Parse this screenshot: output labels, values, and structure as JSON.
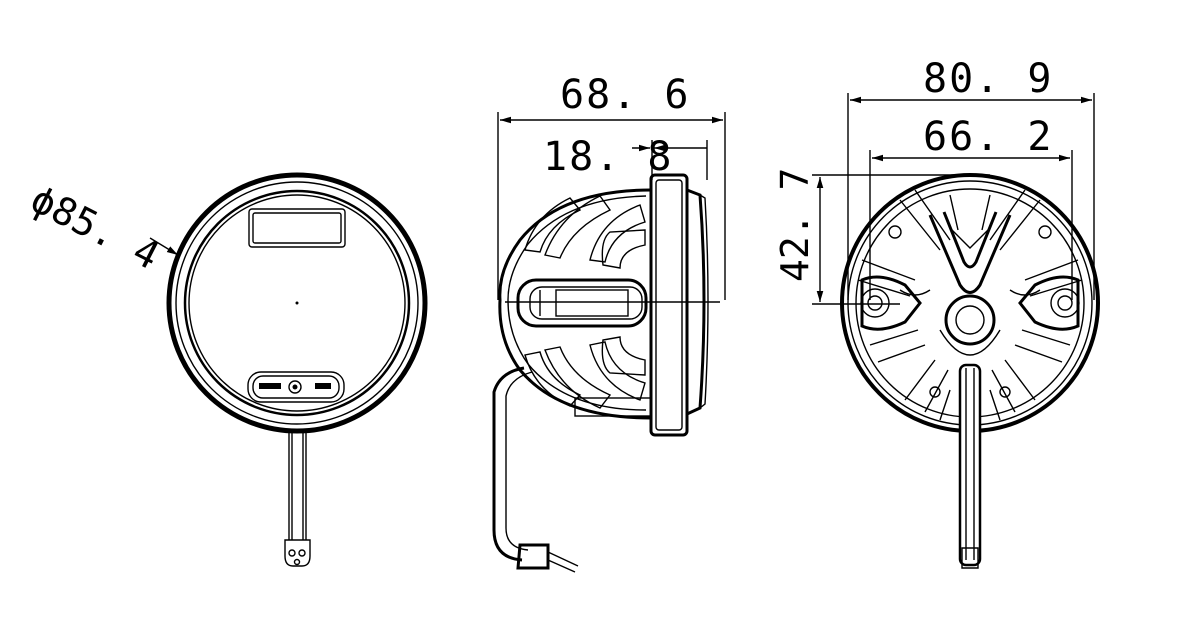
{
  "dimensions": {
    "diameter": "ϕ85. 4",
    "depth_total": "68. 6",
    "depth_lens": "18. 8",
    "width_outer": "80. 9",
    "width_inner": "66. 2",
    "height_center": "42. 7"
  }
}
